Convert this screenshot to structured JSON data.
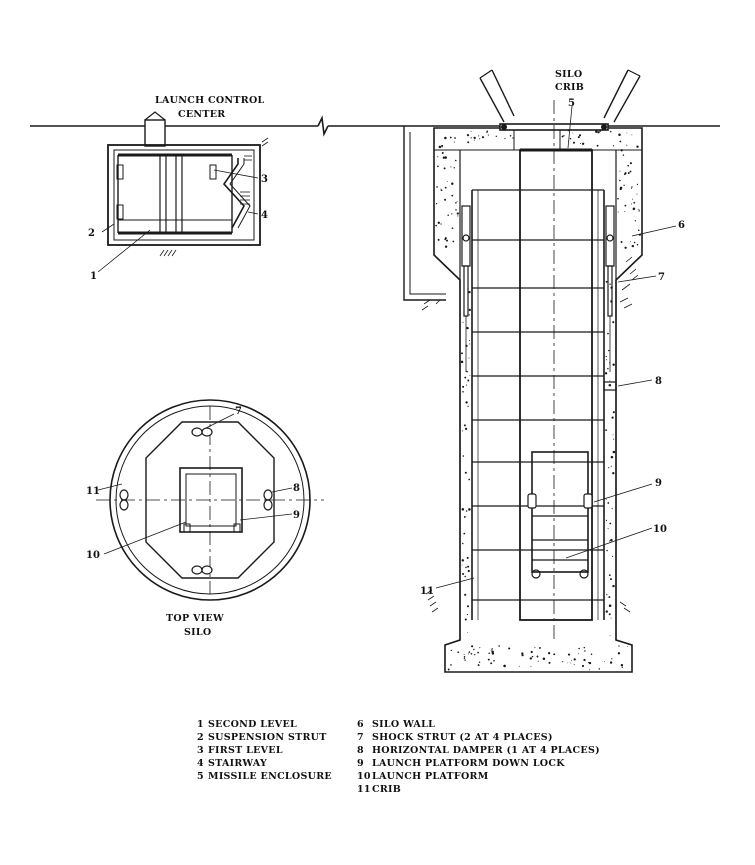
{
  "labels": {
    "launch_control_center_1": "LAUNCH CONTROL",
    "launch_control_center_2": "CENTER",
    "silo_crib_1": "SILO",
    "silo_crib_2": "CRIB",
    "top_view_1": "TOP VIEW",
    "top_view_2": "SILO"
  },
  "callouts": {
    "lcc": [
      "1",
      "2",
      "3",
      "4"
    ],
    "silo": [
      "5",
      "6",
      "7",
      "8",
      "9",
      "10",
      "11"
    ],
    "top_view": [
      "7",
      "8",
      "9",
      "10",
      "11"
    ]
  },
  "legend": {
    "left": [
      {
        "num": "1",
        "text": "SECOND LEVEL"
      },
      {
        "num": "2",
        "text": "SUSPENSION STRUT"
      },
      {
        "num": "3",
        "text": "FIRST LEVEL"
      },
      {
        "num": "4",
        "text": "STAIRWAY"
      },
      {
        "num": "5",
        "text": "MISSILE ENCLOSURE"
      }
    ],
    "right": [
      {
        "num": "6",
        "text": "SILO WALL"
      },
      {
        "num": "7",
        "text": "SHOCK STRUT (2 AT 4 PLACES)"
      },
      {
        "num": "8",
        "text": "HORIZONTAL DAMPER (1 AT 4 PLACES)"
      },
      {
        "num": "9",
        "text": "LAUNCH PLATFORM DOWN LOCK"
      },
      {
        "num": "10",
        "text": "LAUNCH PLATFORM"
      },
      {
        "num": "11",
        "text": "CRIB"
      }
    ]
  },
  "colors": {
    "ink": "#1a1a1a",
    "paper": "#ffffff"
  }
}
